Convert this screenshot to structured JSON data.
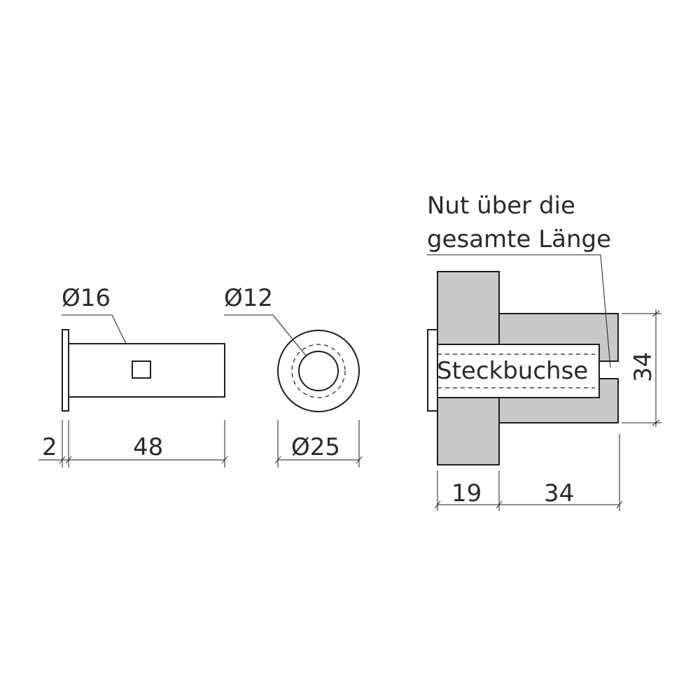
{
  "side_view": {
    "diameter_label": "Ø16",
    "flange_dim": "2",
    "length_dim": "48"
  },
  "end_view": {
    "inner_diameter_label": "Ø12",
    "outer_diameter_label": "Ø25"
  },
  "install_view": {
    "note_line1": "Nut über die",
    "note_line2": "gesamte Länge",
    "sleeve_label": "Steckbuchse",
    "height_dim": "34",
    "wall_dim": "19",
    "projection_dim": "34"
  },
  "colors": {
    "line": "#1e1e1e",
    "wall_fill": "#c8c8c8",
    "text": "#2a2a2a"
  }
}
